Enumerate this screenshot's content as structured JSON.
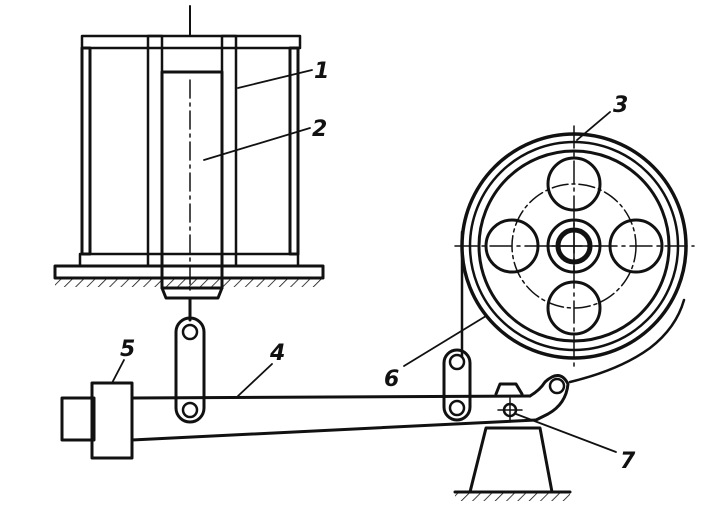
{
  "labels": {
    "coil": "1",
    "plunger": "2",
    "flywheel": "3",
    "lever": "4",
    "counterweight": "5",
    "belt": "6",
    "pivot": "7"
  }
}
